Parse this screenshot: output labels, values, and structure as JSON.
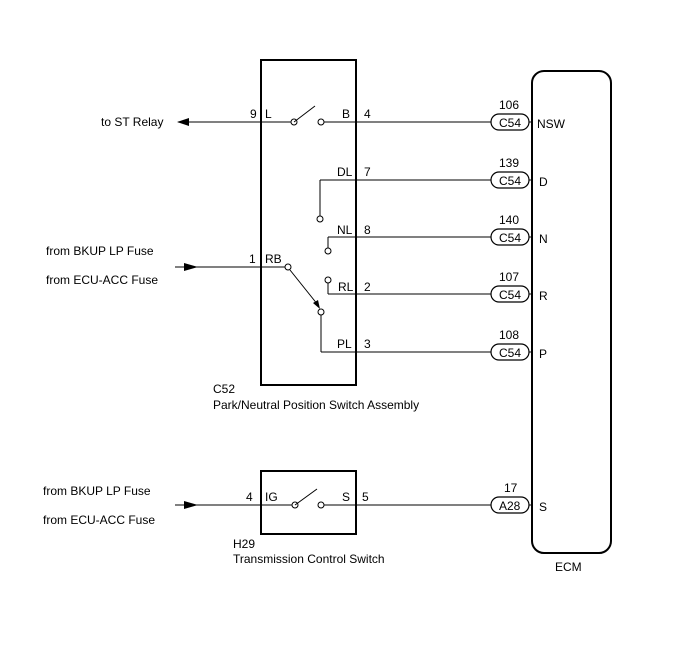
{
  "components": {
    "nsw_switch": {
      "code": "C52",
      "name": "Park/Neutral Position Switch Assembly",
      "pins": {
        "l": {
          "num": "9",
          "label": "L"
        },
        "b": {
          "num": "4",
          "label": "B"
        },
        "dl": {
          "num": "7",
          "label": "DL"
        },
        "nl": {
          "num": "8",
          "label": "NL"
        },
        "rb": {
          "num": "1",
          "label": "RB"
        },
        "rl": {
          "num": "2",
          "label": "RL"
        },
        "pl": {
          "num": "3",
          "label": "PL"
        }
      }
    },
    "trans_switch": {
      "code": "H29",
      "name": "Transmission Control Switch",
      "pins": {
        "ig": {
          "num": "4",
          "label": "IG"
        },
        "s": {
          "num": "5",
          "label": "S"
        }
      }
    },
    "ecm": {
      "name": "ECM",
      "terminals": {
        "nsw": {
          "pin": "106",
          "connector": "C54",
          "label": "NSW"
        },
        "d": {
          "pin": "139",
          "connector": "C54",
          "label": "D"
        },
        "n": {
          "pin": "140",
          "connector": "C54",
          "label": "N"
        },
        "r": {
          "pin": "107",
          "connector": "C54",
          "label": "R"
        },
        "p": {
          "pin": "108",
          "connector": "C54",
          "label": "P"
        },
        "s": {
          "pin": "17",
          "connector": "A28",
          "label": "S"
        }
      }
    }
  },
  "external": {
    "st_relay": "to ST Relay",
    "bkup_fuse_1": "from BKUP LP Fuse",
    "ecu_acc_fuse_1": "from ECU-ACC Fuse",
    "bkup_fuse_2": "from BKUP LP Fuse",
    "ecu_acc_fuse_2": "from ECU-ACC Fuse"
  }
}
